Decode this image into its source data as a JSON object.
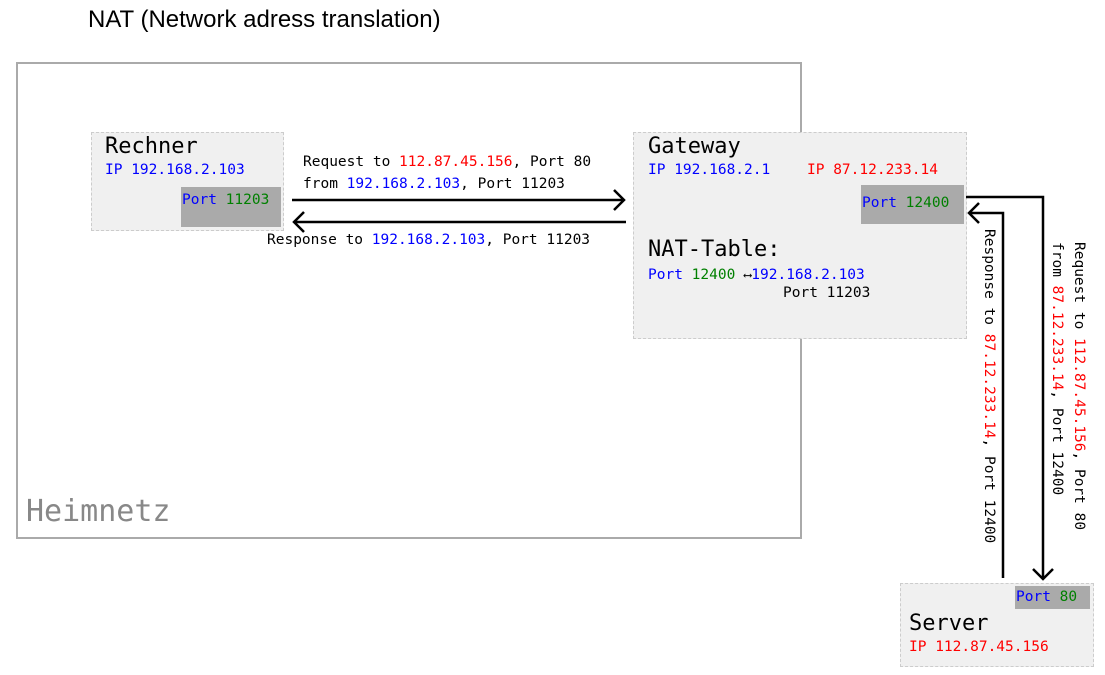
{
  "title": "NAT (Network adress translation)",
  "network_label": "Heimnetz",
  "colors": {
    "private_ip": "#0000ff",
    "public_ip": "#ff0000",
    "port_number": "#008000",
    "box": "#f0f0f0",
    "port_box": "#aaaaaa"
  },
  "rechner": {
    "name": "Rechner",
    "ip_prefix": "IP",
    "ip": "192.168.2.103",
    "port_label": "Port",
    "port": "11203"
  },
  "gateway": {
    "name": "Gateway",
    "ip_prefix": "IP",
    "private_ip": "192.168.2.1",
    "public_ip": "87.12.233.14",
    "port_label": "Port",
    "port": "12400",
    "nat_table": {
      "title": "NAT-Table:",
      "port_label": "Port",
      "port": "12400",
      "arrow": "⟷",
      "ip": "192.168.2.103",
      "mapped_port": "Port 11203"
    }
  },
  "server": {
    "name": "Server",
    "ip_prefix": "IP",
    "ip": "112.87.45.156",
    "port_label": "Port",
    "port": "80"
  },
  "arrows": {
    "lan_request": {
      "l1a": "Request to ",
      "l1b": "112.87.45.156",
      "l1c": ", Port 80",
      "l2a": "from ",
      "l2b": "192.168.2.103",
      "l2c": ", Port 11203"
    },
    "lan_response": {
      "a": "Response to ",
      "b": "192.168.2.103",
      "c": ", Port 11203"
    },
    "wan_request": {
      "l1a": "Request to ",
      "l1b": "112.87.45.156",
      "l1c": ", Port 80",
      "l2a": "from ",
      "l2b": "87.12.233.14",
      "l2c": ", Port 12400"
    },
    "wan_response": {
      "a": "Response to ",
      "b": "87.12.233.14",
      "c": ", Port 12400"
    }
  }
}
